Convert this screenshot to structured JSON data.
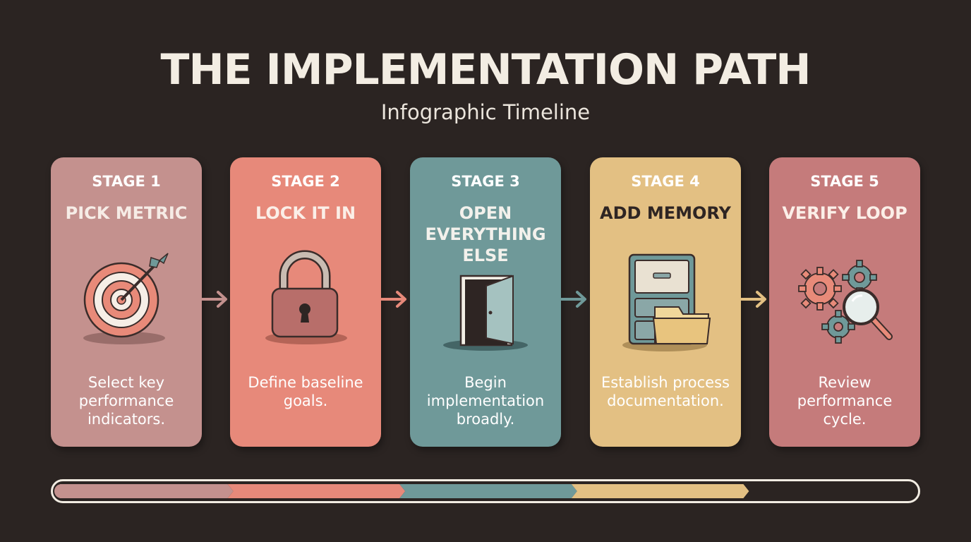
{
  "header": {
    "title": "THE IMPLEMENTATION PATH",
    "subtitle": "Infographic Timeline"
  },
  "colors": {
    "background": "#2b2422",
    "stage1": "#c4918e",
    "stage2": "#e7897a",
    "stage3": "#6f9999",
    "stage4": "#e3c083",
    "stage5": "#c57b7b",
    "dark_text": "#2e2523",
    "light_text": "#f3ede3"
  },
  "stages": [
    {
      "label": "STAGE 1",
      "title": "PICK METRIC",
      "description": "Select key performance indicators.",
      "icon": "target-icon"
    },
    {
      "label": "STAGE 2",
      "title": "LOCK IT IN",
      "description": "Define baseline goals.",
      "icon": "padlock-icon"
    },
    {
      "label": "STAGE 3",
      "title": "OPEN EVERYTHING ELSE",
      "description": "Begin implementation broadly.",
      "icon": "open-door-icon"
    },
    {
      "label": "STAGE 4",
      "title": "ADD MEMORY",
      "description": "Establish process documentation.",
      "icon": "filing-cabinet-icon"
    },
    {
      "label": "STAGE 5",
      "title": "VERIFY LOOP",
      "description": "Review performance cycle.",
      "icon": "gears-magnifier-icon"
    }
  ],
  "progress_bar": {
    "completed_stages": 4,
    "total_stages": 5
  }
}
